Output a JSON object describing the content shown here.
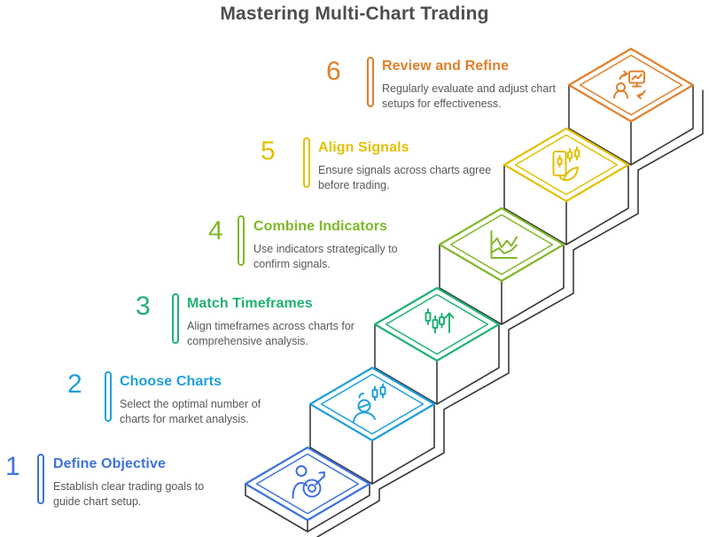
{
  "title": "Mastering Multi-Chart Trading",
  "colors": {
    "line_gray": "#3a3a3c",
    "text_gray": "#57585a",
    "title_gray": "#4d4d4f"
  },
  "steps": [
    {
      "num": "1",
      "title": "Define Objective",
      "desc": "Establish clear trading goals to guide chart setup.",
      "color": "#3d72de",
      "icon": "person-target-icon"
    },
    {
      "num": "2",
      "title": "Choose Charts",
      "desc": "Select the optimal number of charts for market analysis.",
      "color": "#1e9fdc",
      "icon": "person-candlesticks-icon"
    },
    {
      "num": "3",
      "title": "Match Timeframes",
      "desc": "Align timeframes across charts for comprehensive analysis.",
      "color": "#1fb274",
      "icon": "candles-up-arrow-icon"
    },
    {
      "num": "4",
      "title": "Combine Indicators",
      "desc": "Use indicators strategically to confirm signals.",
      "color": "#7eb829",
      "icon": "line-chart-icon"
    },
    {
      "num": "5",
      "title": "Align Signals",
      "desc": "Ensure signals across charts agree before trading.",
      "color": "#e2c004",
      "icon": "document-candles-icon"
    },
    {
      "num": "6",
      "title": "Review and Refine",
      "desc": "Regularly evaluate and adjust chart setups for effectiveness.",
      "color": "#e0802b",
      "icon": "monitor-refresh-person-icon"
    }
  ]
}
